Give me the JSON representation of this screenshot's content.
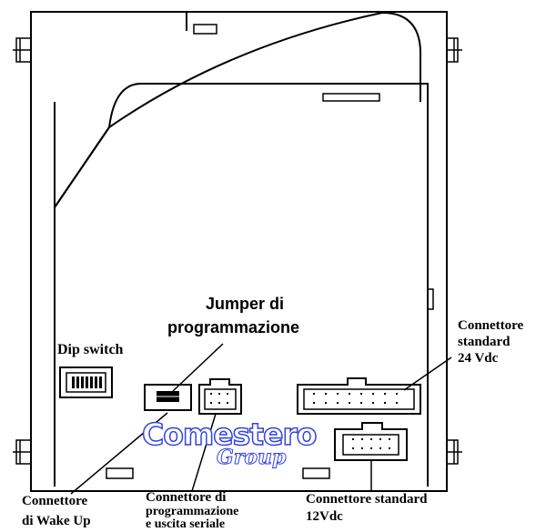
{
  "labels": {
    "jumper_line1": "Jumper di",
    "jumper_line2": "programmazione",
    "dip_switch": "Dip switch",
    "conn24_line1": "Connettore",
    "conn24_line2": "standard",
    "conn24_line3": "24 Vdc",
    "wake_line1": "Connettore",
    "wake_line2": "di Wake Up",
    "prog_line1": "Connettore di",
    "prog_line2": "programmazione",
    "prog_line3": "e uscita seriale",
    "conn12_line1": "Connettore standard",
    "conn12_line2": "12Vdc"
  },
  "brand": {
    "name": "Comestero",
    "script": "Group",
    "color": "#3344dd"
  },
  "colors": {
    "line": "#000000",
    "background": "#ffffff"
  }
}
